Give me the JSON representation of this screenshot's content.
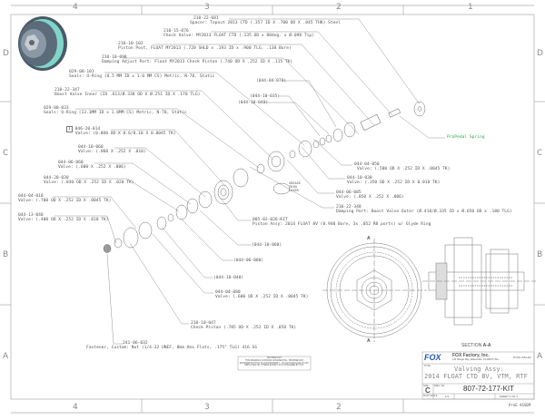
{
  "zones": {
    "cols": [
      "4",
      "3",
      "2",
      "1"
    ],
    "rows": [
      "D",
      "C",
      "B",
      "A"
    ]
  },
  "callouts": [
    {
      "pn": "210-22-681",
      "desc": "Spacer: Topout 2013 CTD (.357 ID X .700 OD X .045 THK) Steel"
    },
    {
      "pn": "210-15-076",
      "desc": "Check Valve: MY2013 FLOAT CTD (.135 OD x 80deg. x Ø.098 Tip)"
    },
    {
      "pn": "210-10-102",
      "desc": "Piston Post, FLOAT MY2013 (.720 SHLD x .193 ID x .900 TLG, .138 Bore)"
    },
    {
      "pn": "210-10-098",
      "desc": "Damping Adjust Port: Float MY2013 Check Piston (.740 OD X .252 ID X .115 TK)"
    },
    {
      "pn": "029-08-101",
      "desc": "Seals: O-Ring (8.5 MM ID x 1.0 MM CS) Metric, N-70, Static"
    },
    {
      "pn": "210-22-347",
      "desc": "Boost Valve Inner (ID .613/Ø.338 OD X Ø.251 ID X .170 TLG)"
    },
    {
      "pn": "029-08-033",
      "desc": "Seals: O-Ring (13.3MM ID x 1.0MM CS) Metric, N-70, Static"
    },
    {
      "pn": "046-20-014",
      "desc": "Valve: (0.800 OD X 0.6/0.10 X 0.0045 TK)",
      "box": "1"
    },
    {
      "pn": "044-10-060",
      "desc": "Valve: (.060 X .252 X .010)"
    },
    {
      "pn": "044-06-060",
      "desc": "Valve: (.600 X .252 X .006)"
    },
    {
      "pn": "044-20-030",
      "desc": "Valve: (.030 OD X .252 ID X .020 TK)"
    },
    {
      "pn": "044-04-010",
      "desc": "Valve: (.700 OD X .252 ID X .0045 TK)"
    },
    {
      "pn": "044-13-040",
      "desc": "Valve: (.400 OD X .252 ID X .010 TK)"
    },
    {
      "pn": "044-04-050",
      "desc": "Valve: (.500 OD X .252 ID X .0045 TK)"
    },
    {
      "pn": "044-10-030",
      "desc": "Valve: (.350 OD X .252 ID X 0.010 TK)"
    },
    {
      "pn": "044-06-085",
      "desc": "Valve: (.850 X .252 X .006)"
    },
    {
      "pn": "210-22-348",
      "desc": "Damping Port: Boost Valve Outer (Ø.418/Ø.335 ID x Ø.650 OD x .180 TLG)"
    },
    {
      "pn": "805-02-026-KIT",
      "desc": "Piston Assy: 2014 FLOAT 8V (0.940 Bore, 3x .052 RB ports) w/ Glyde Ring"
    },
    {
      "pn": "044-04-080",
      "desc": "Valve: (.600 OD X .252 ID X .0045 TK)"
    },
    {
      "pn": "210-10-047",
      "desc": "Check Piston (.785 OD X .252 ID X .050 TK)"
    },
    {
      "pn": "241-06-032",
      "desc": "Fastener, Custom: Nut (1/4-32 UNEF, 8mm Hex Flats, .175\" TLG) 416 SS"
    }
  ],
  "refs": [
    "(044-04-070)",
    "(044-10-035)",
    "(044-10-040)",
    "(044-10-060)",
    "(044-06-080)",
    "(044-10-040)"
  ],
  "spring_label": "ProPedal Spring",
  "spring_color": "#22aa44",
  "grease_note": "GREASE THIN LAYER",
  "section": {
    "marker": "A",
    "title": "SECTION",
    "name": "A-A"
  },
  "title_block": {
    "company": "FOX Factory, Inc.",
    "logo": "FOX",
    "address": "130 Hangar Way, Watsonville, CA 95076 USA",
    "phone": "PH 831-768-1100",
    "title_label": "TITLE",
    "title1": "Valving Assy:",
    "title2": "2014 FLOAT CTD BV, VTM, RTF",
    "size_label": "SIZE",
    "size": "C",
    "dwg_label": "DWG. NO.",
    "dwg": "807-72-177-KIT",
    "scale_label": "PLOT SCALE",
    "scale": "1/1",
    "sheet": "SHEET 1 OF 1",
    "proe": "ProE ASSEM"
  },
  "proprietary": {
    "title": "PROPRIETARY",
    "text": "THIS DRAWING CONTAINS CONFIDENTIAL, PROPRIETARY INFORMATION THAT IS OUR PROPERTY... DO NOT DISCLOSE TO ANY EMPLOYER OR OTHERS EXCEPT AS AUTHORIZED BY FOX."
  }
}
